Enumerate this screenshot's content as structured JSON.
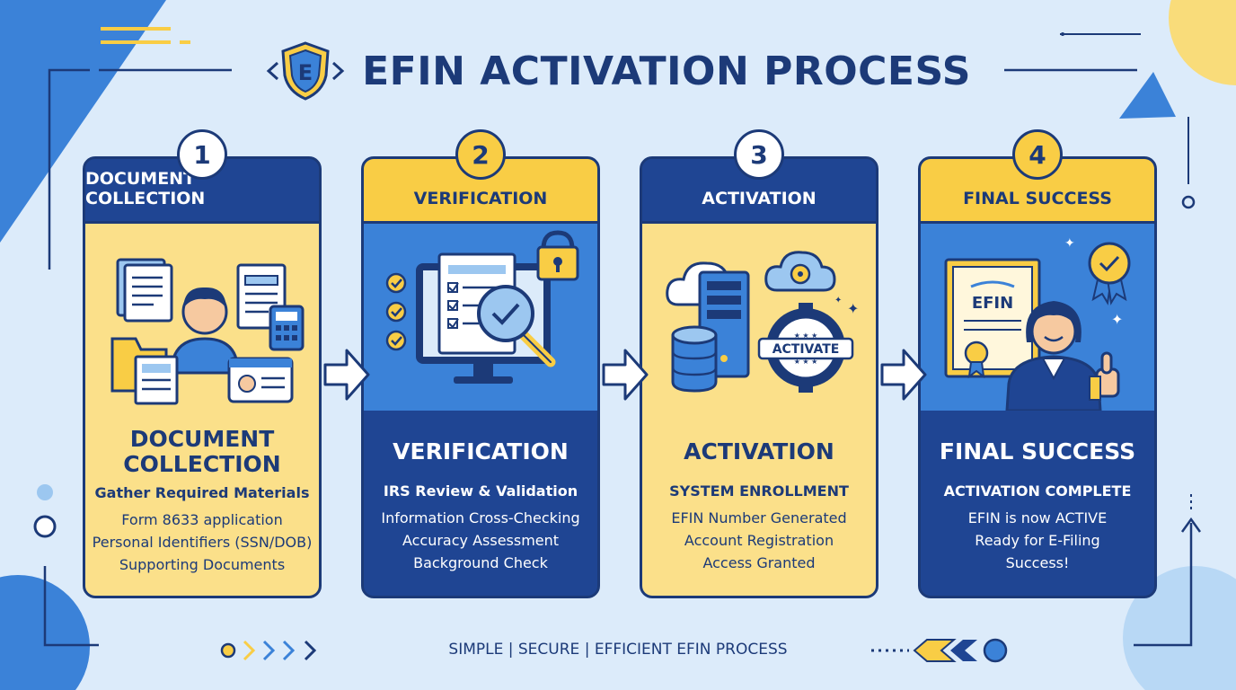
{
  "title": "EFIN ACTIVATION PROCESS",
  "logo_letter": "E",
  "footer": "SIMPLE | SECURE | EFFICIENT EFIN PROCESS",
  "colors": {
    "navy": "#1c3a78",
    "blue": "#1f4593",
    "light_blue": "#3b82d8",
    "yellow": "#f9cd45",
    "light_yellow": "#fbe08a",
    "background": "#dcebfa"
  },
  "steps": [
    {
      "number": "1",
      "header": "DOCUMENT COLLECTION",
      "heading_line1": "DOCUMENT",
      "heading_line2": "COLLECTION",
      "subheading": "Gather Required Materials",
      "lines": [
        "Form 8633 application",
        "Personal Identifiers (SSN/DOB)",
        "Supporting Documents"
      ],
      "icons": [
        "documents-icon",
        "person-icon",
        "calculator-icon",
        "id-card-icon",
        "folder-icon"
      ]
    },
    {
      "number": "2",
      "header": "VERIFICATION",
      "heading_line1": "VERIFICATION",
      "subheading": "IRS Review & Validation",
      "lines": [
        "Information Cross-Checking",
        "Accuracy Assessment",
        "Background Check"
      ],
      "icons": [
        "monitor-icon",
        "checklist-icon",
        "magnifier-icon",
        "lock-icon"
      ]
    },
    {
      "number": "3",
      "header": "ACTIVATION",
      "heading_line1": "ACTIVATION",
      "subheading": "SYSTEM ENROLLMENT",
      "lines": [
        "EFIN Number Generated",
        "Account Registration",
        "Access Granted"
      ],
      "gear_label": "ACTIVATE",
      "icons": [
        "cloud-icon",
        "server-icon",
        "database-icon",
        "gear-icon"
      ]
    },
    {
      "number": "4",
      "header": "FINAL SUCCESS",
      "heading_line1": "FINAL SUCCESS",
      "subheading": "ACTIVATION COMPLETE",
      "lines": [
        "EFIN is now ACTIVE",
        "Ready for E-Filing",
        "Success!"
      ],
      "certificate_label": "EFIN",
      "icons": [
        "certificate-icon",
        "person-thumbs-up-icon",
        "award-badge-icon"
      ]
    }
  ]
}
